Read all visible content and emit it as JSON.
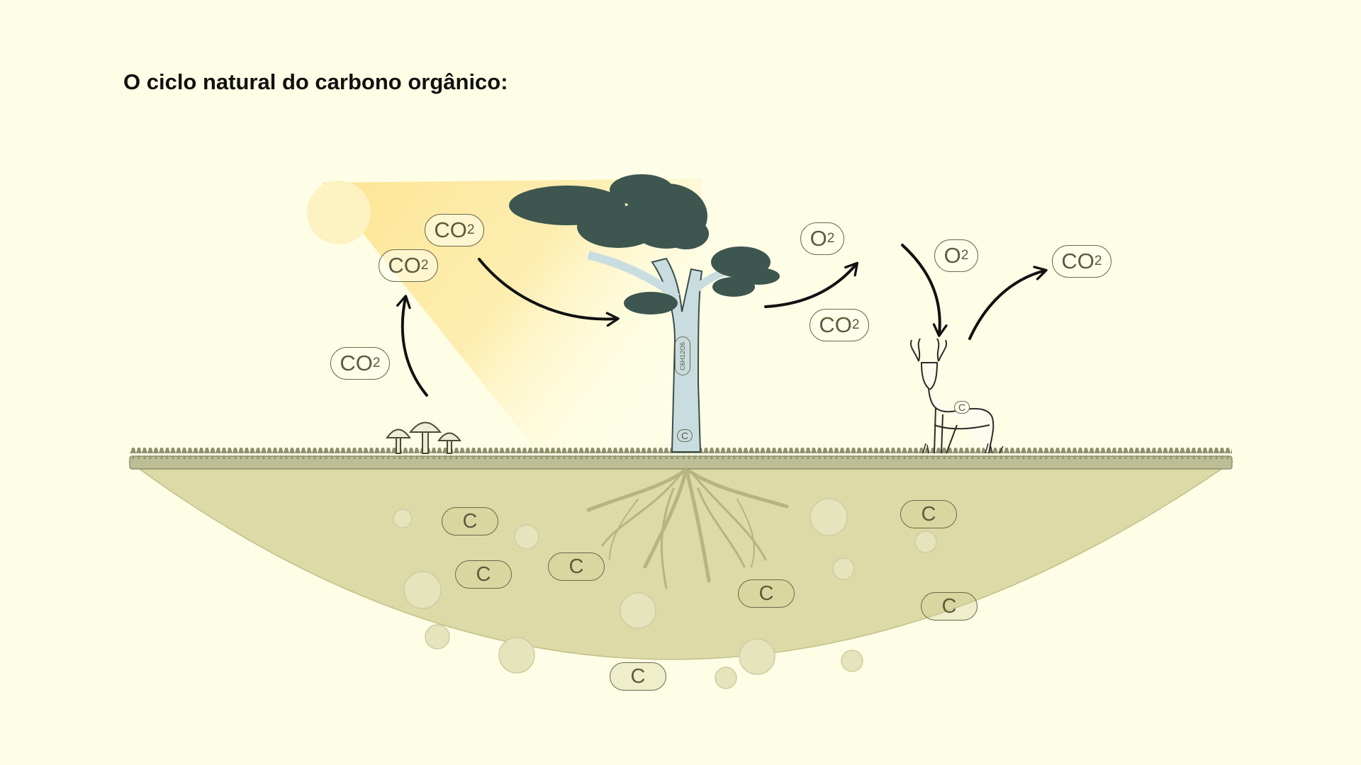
{
  "title": "O ciclo natural do carbono orgânico:",
  "molecules": {
    "co2_sun_1": {
      "base": "CO",
      "sub": "2"
    },
    "co2_sun_2": {
      "base": "CO",
      "sub": "2"
    },
    "co2_fungi": {
      "base": "CO",
      "sub": "2"
    },
    "o2_tree": {
      "base": "O",
      "sub": "2"
    },
    "co2_tree": {
      "base": "CO",
      "sub": "2"
    },
    "o2_deer": {
      "base": "O",
      "sub": "2"
    },
    "co2_deer": {
      "base": "CO",
      "sub": "2"
    },
    "glucose": "C6H12O6",
    "c_trunk": "C",
    "c_deer": "C"
  },
  "soil_carbon": [
    "C",
    "C",
    "C",
    "C",
    "C",
    "C",
    "C"
  ],
  "colors": {
    "background": "#fefee6",
    "soil": "#dcdaa6",
    "grass": "#8f9170",
    "sun": "#fde9a0",
    "trunk": "#c9dde0",
    "foliage": "#3d564f",
    "arrow": "#111111"
  },
  "icons": [
    "sun-icon",
    "tree-icon",
    "mushroom-icon",
    "deer-icon",
    "roots-icon",
    "microbe-icon",
    "arrow-icon"
  ]
}
